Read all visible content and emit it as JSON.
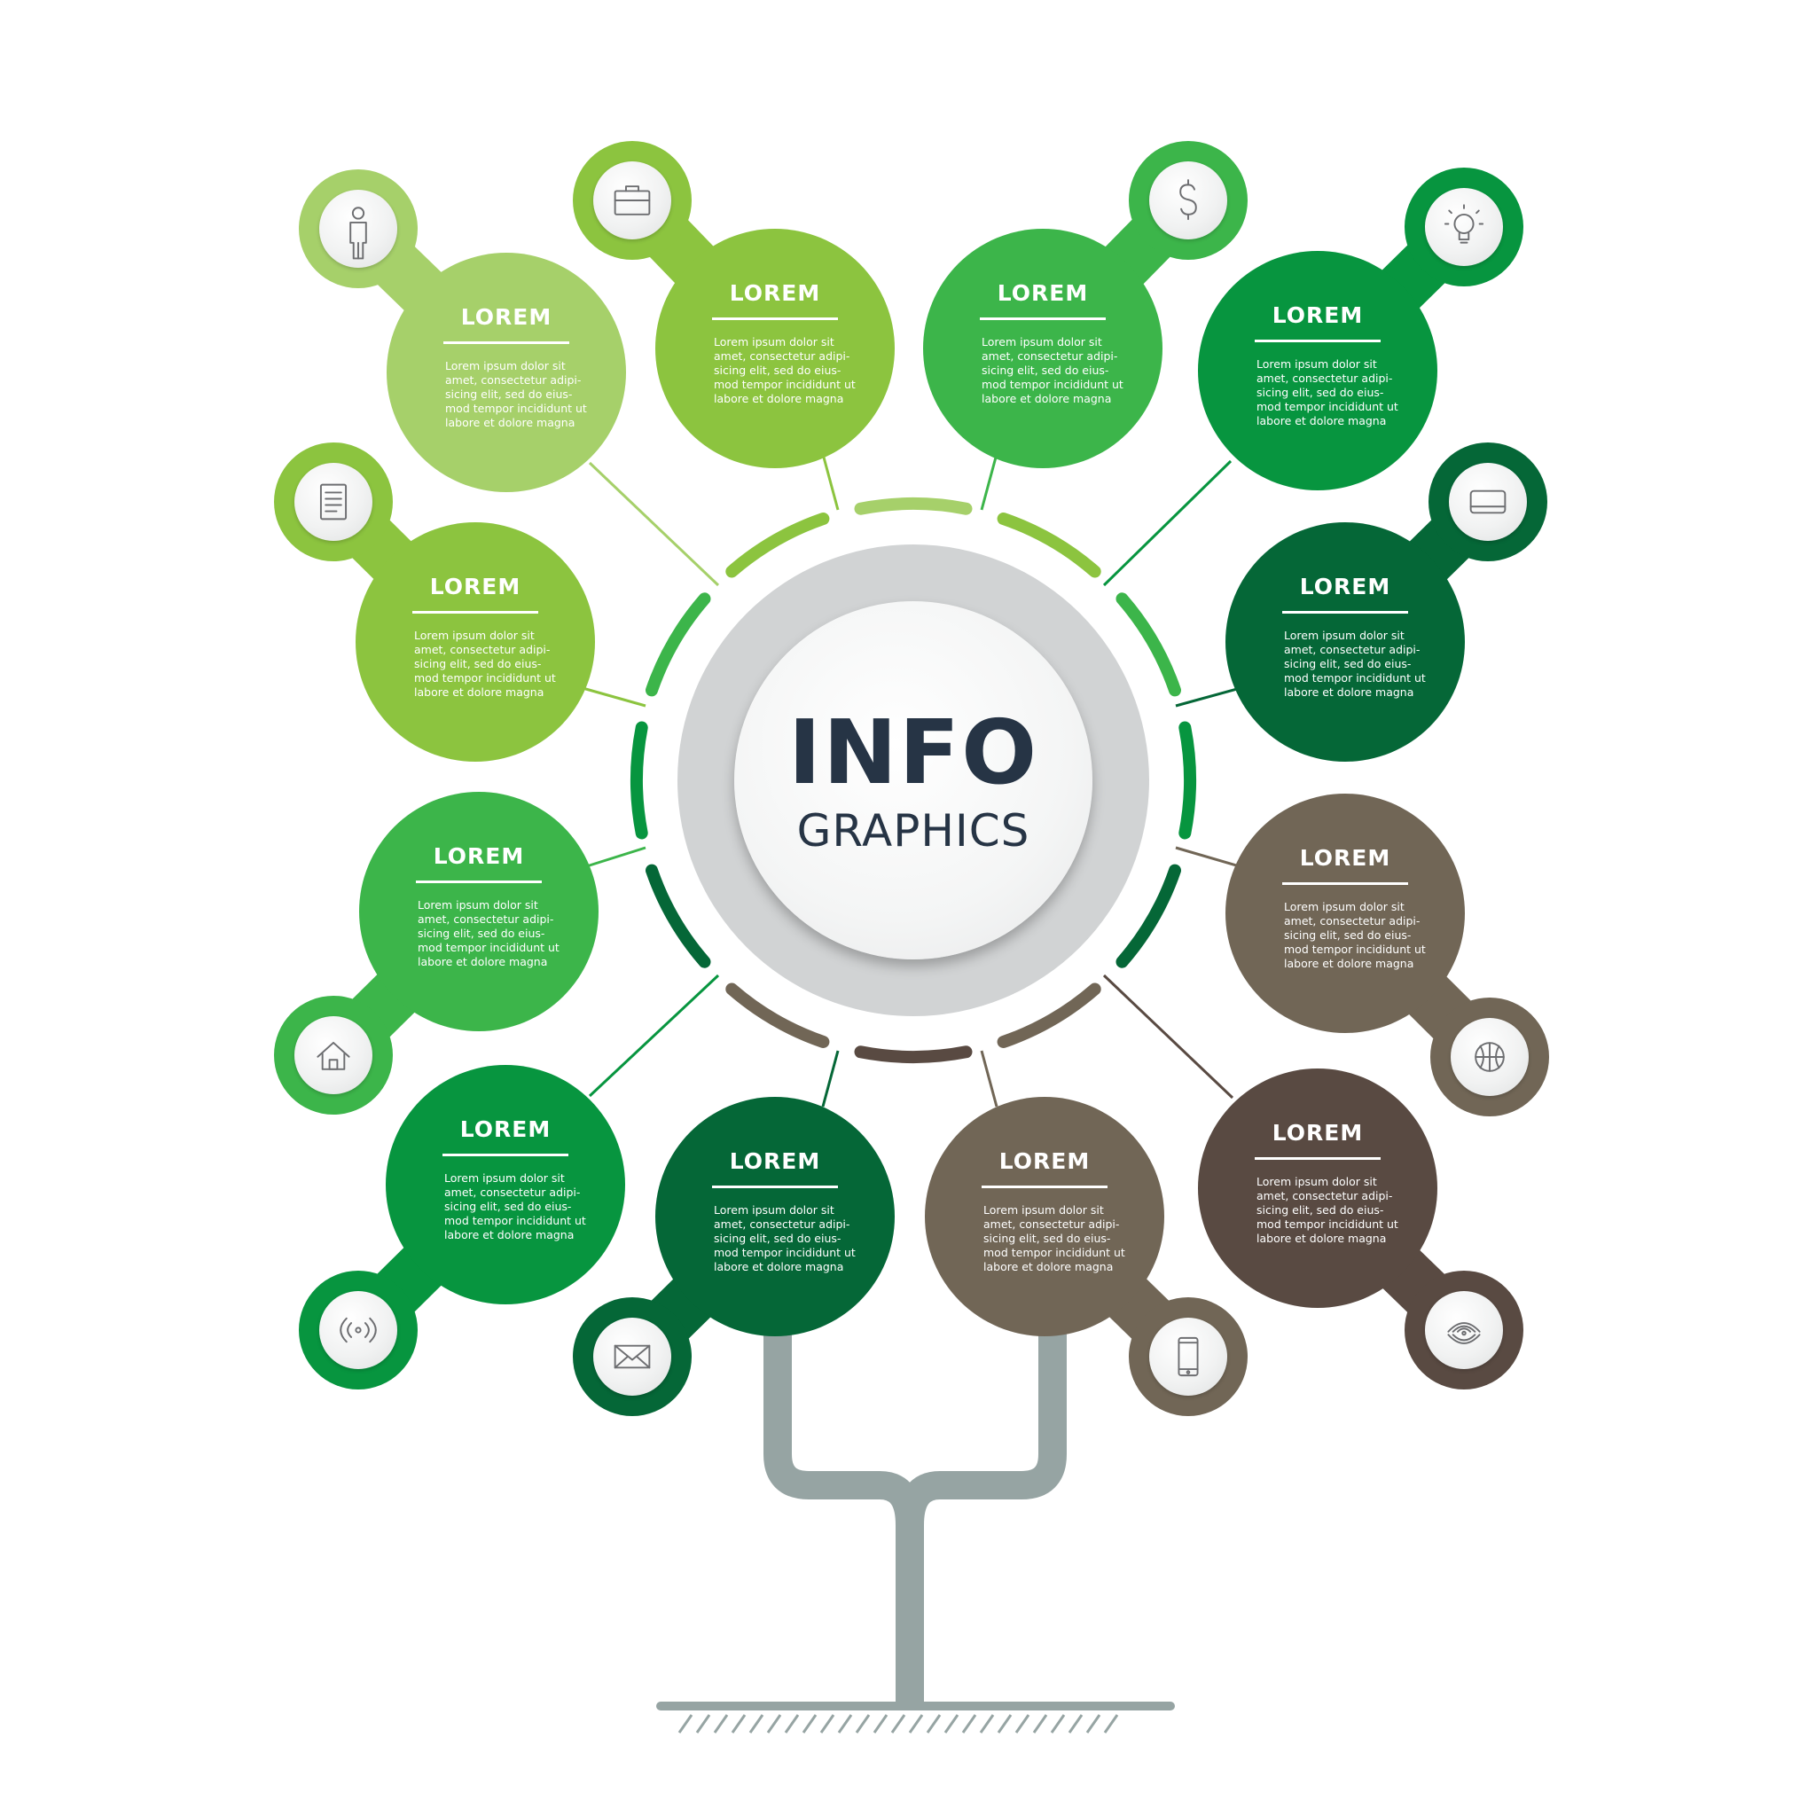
{
  "center": {
    "title": "INFO",
    "subtitle": "GRAPHICS"
  },
  "nodes": [
    {
      "id": "n1",
      "title": "LOREM",
      "body": "Lorem ipsum dolor sit\namet, consectetur adipi-\nsicing elit, sed do eius-\nmod tempor incididunt ut\nlabore et dolore magna",
      "color": "#a6d06a",
      "icon": "person-icon"
    },
    {
      "id": "n2",
      "title": "LOREM",
      "body": "Lorem ipsum dolor sit\namet, consectetur adipi-\nsicing elit, sed do eius-\nmod tempor incididunt ut\nlabore et dolore magna",
      "color": "#8cc43f",
      "icon": "briefcase-icon"
    },
    {
      "id": "n3",
      "title": "LOREM",
      "body": "Lorem ipsum dolor sit\namet, consectetur adipi-\nsicing elit, sed do eius-\nmod tempor incididunt ut\nlabore et dolore magna",
      "color": "#3cb54a",
      "icon": "dollar-icon"
    },
    {
      "id": "n4",
      "title": "LOREM",
      "body": "Lorem ipsum dolor sit\namet, consectetur adipi-\nsicing elit, sed do eius-\nmod tempor incididunt ut\nlabore et dolore magna",
      "color": "#07953f",
      "icon": "lightbulb-icon"
    },
    {
      "id": "n5",
      "title": "LOREM",
      "body": "Lorem ipsum dolor sit\namet, consectetur adipi-\nsicing elit, sed do eius-\nmod tempor incididunt ut\nlabore et dolore magna",
      "color": "#8cc43f",
      "icon": "document-icon"
    },
    {
      "id": "n6",
      "title": "LOREM",
      "body": "Lorem ipsum dolor sit\namet, consectetur adipi-\nsicing elit, sed do eius-\nmod tempor incididunt ut\nlabore et dolore magna",
      "color": "#056737",
      "icon": "card-icon"
    },
    {
      "id": "n7",
      "title": "LOREM",
      "body": "Lorem ipsum dolor sit\namet, consectetur adipi-\nsicing elit, sed do eius-\nmod tempor incididunt ut\nlabore et dolore magna",
      "color": "#3cb54a",
      "icon": "home-icon"
    },
    {
      "id": "n8",
      "title": "LOREM",
      "body": "Lorem ipsum dolor sit\namet, consectetur adipi-\nsicing elit, sed do eius-\nmod tempor incididunt ut\nlabore et dolore magna",
      "color": "#716656",
      "icon": "basketball-icon"
    },
    {
      "id": "n9",
      "title": "LOREM",
      "body": "Lorem ipsum dolor sit\namet, consectetur adipi-\nsicing elit, sed do eius-\nmod tempor incididunt ut\nlabore et dolore magna",
      "color": "#07953f",
      "icon": "broadcast-icon"
    },
    {
      "id": "n10",
      "title": "LOREM",
      "body": "Lorem ipsum dolor sit\namet, consectetur adipi-\nsicing elit, sed do eius-\nmod tempor incididunt ut\nlabore et dolore magna",
      "color": "#056737",
      "icon": "envelope-icon"
    },
    {
      "id": "n11",
      "title": "LOREM",
      "body": "Lorem ipsum dolor sit\namet, consectetur adipi-\nsicing elit, sed do eius-\nmod tempor incididunt ut\nlabore et dolore magna",
      "color": "#716656",
      "icon": "smartphone-icon"
    },
    {
      "id": "n12",
      "title": "LOREM",
      "body": "Lorem ipsum dolor sit\namet, consectetur adipi-\nsicing elit, sed do eius-\nmod tempor incididunt ut\nlabore et dolore magna",
      "color": "#594a42",
      "icon": "wifi-signal-icon"
    }
  ],
  "colors": {
    "trunk": "#96a4a3",
    "center_ring": "#d1d3d4",
    "center_text": "#263445"
  }
}
